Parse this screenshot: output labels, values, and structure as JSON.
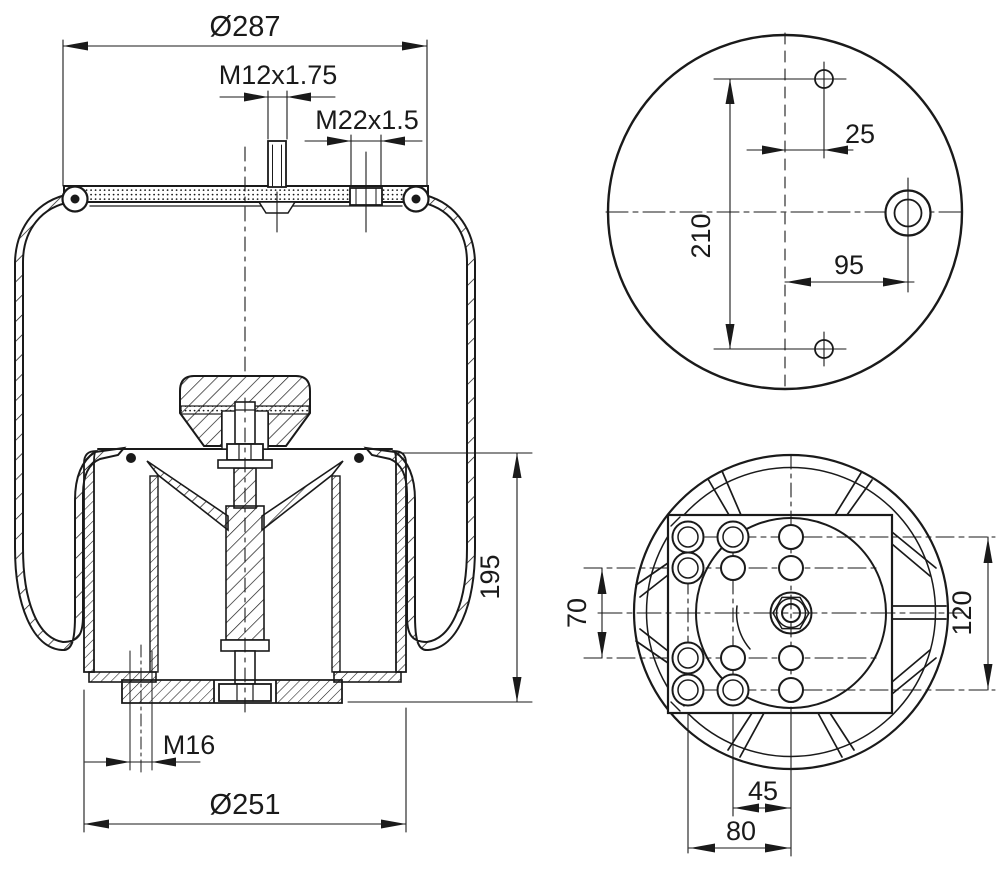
{
  "drawing": {
    "type": "technical-drawing",
    "subject": "air spring bellows cross-section with top and bottom plan views",
    "background_color": "#ffffff",
    "line_color": "#1a1a1a",
    "section": {
      "dims": {
        "top_diameter": "Ø287",
        "top_stud_thread": "M12x1.75",
        "air_port_thread": "M22x1.5",
        "piston_height": "195",
        "bottom_stud_thread": "M16",
        "bottom_diameter": "Ø251"
      }
    },
    "top_view": {
      "dims": {
        "stud_offset": "25",
        "stud_spacing": "210",
        "port_offset": "95"
      }
    },
    "bottom_view": {
      "dims": {
        "hole_pair_spacing": "70",
        "plate_span": "120",
        "hole_offset_a": "45",
        "hole_offset_b": "80"
      }
    }
  }
}
